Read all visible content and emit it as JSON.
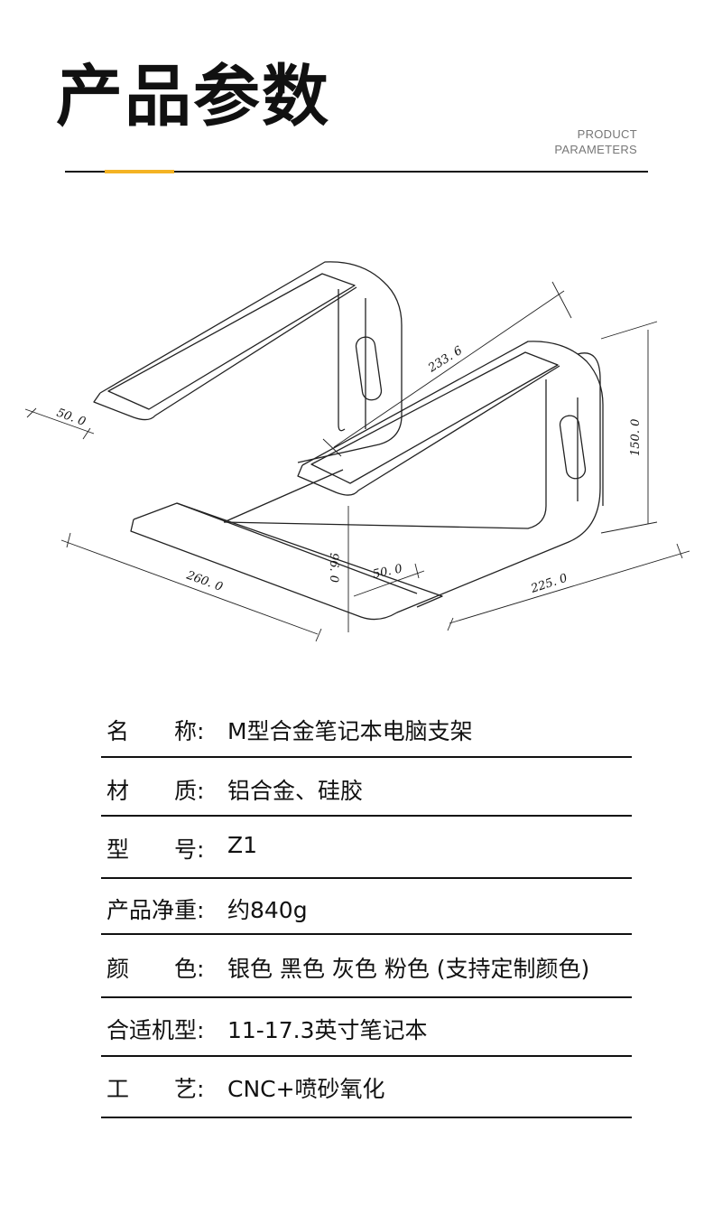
{
  "header": {
    "title": "产品参数",
    "subtitle_line1": "PRODUCT",
    "subtitle_line2": "PARAMETERS"
  },
  "colors": {
    "accent": "#f4b323",
    "text": "#111111",
    "subtitle": "#777777"
  },
  "dimensions": {
    "diagonal": "233. 6",
    "height": "150. 0",
    "lip": "50. 0",
    "front_depth": "50. 0",
    "plate_height": "96. 0",
    "length": "260. 0",
    "width": "225. 0"
  },
  "specs": [
    {
      "label": "名　　称:",
      "value": "M型合金笔记本电脑支架"
    },
    {
      "label": "材　　质:",
      "value": "铝合金、硅胶"
    },
    {
      "label": "型　　号:",
      "value": "Z1"
    },
    {
      "label": "产品净重:",
      "value": "约840g"
    },
    {
      "label": "颜　　色:",
      "value": "银色 黑色 灰色 粉色 (支持定制颜色)"
    },
    {
      "label": "合适机型:",
      "value": "11-17.3英寸笔记本"
    },
    {
      "label": "工　　艺:",
      "value": "CNC+喷砂氧化"
    }
  ]
}
